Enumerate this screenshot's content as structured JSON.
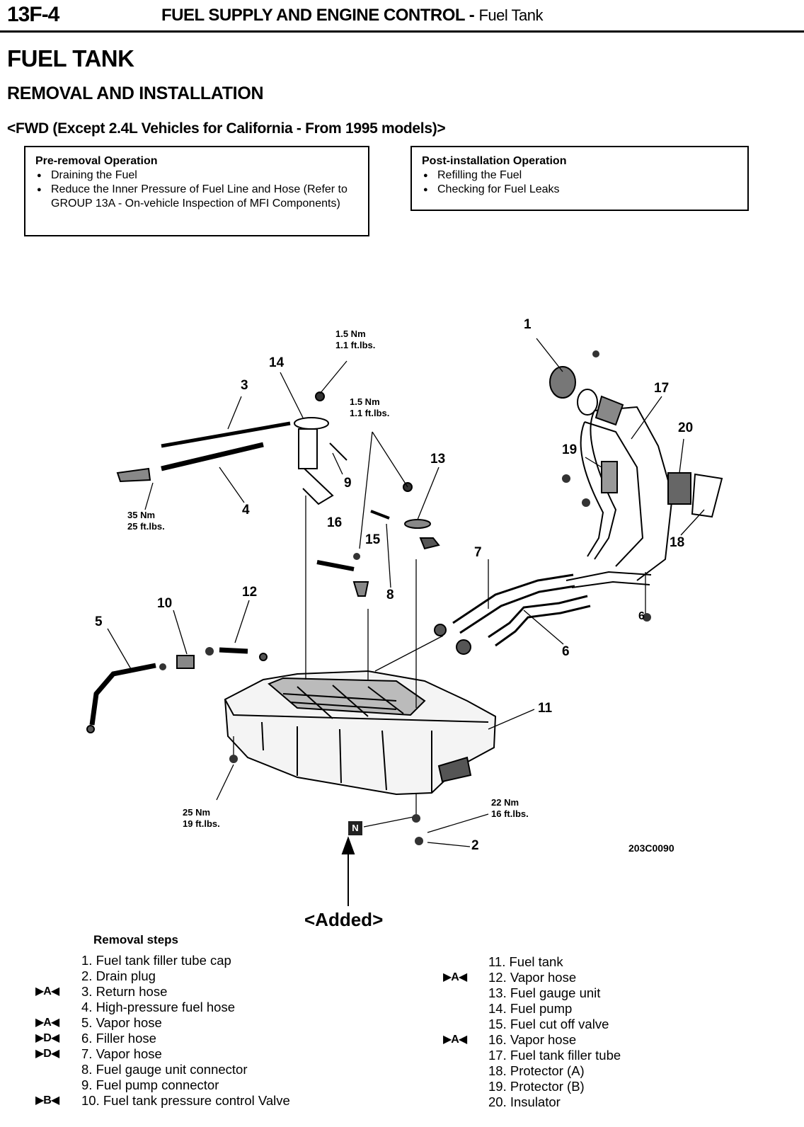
{
  "header": {
    "section_code": "13F-4",
    "section_title": "FUEL SUPPLY AND ENGINE CONTROL -",
    "section_subtitle": "Fuel Tank"
  },
  "page_title": "FUEL TANK",
  "subtitle": "REMOVAL AND INSTALLATION",
  "applicability": "<FWD (Except 2.4L Vehicles for California - From 1995 models)>",
  "pre_removal": {
    "title": "Pre-removal Operation",
    "items": [
      "Draining the Fuel",
      "Reduce the Inner Pressure of Fuel Line and Hose (Refer to GROUP 13A - On-vehicle Inspection of MFI Components)"
    ]
  },
  "post_installation": {
    "title": "Post-installation Operation",
    "items": [
      "Refilling the Fuel",
      "Checking for Fuel Leaks"
    ]
  },
  "diagram": {
    "callouts": [
      "1",
      "2",
      "3",
      "4",
      "5",
      "6",
      "7",
      "8",
      "9",
      "10",
      "11",
      "12",
      "13",
      "14",
      "15",
      "16",
      "17",
      "18",
      "19",
      "20",
      "6"
    ],
    "torques": {
      "t1": {
        "a": "1.5 Nm",
        "b": "1.1 ft.lbs."
      },
      "t2": {
        "a": "1.5 Nm",
        "b": "1.1 ft.lbs."
      },
      "t3": {
        "a": "35 Nm",
        "b": "25 ft.lbs."
      },
      "t4": {
        "a": "25 Nm",
        "b": "19 ft.lbs."
      },
      "t5": {
        "a": "22 Nm",
        "b": "16 ft.lbs."
      }
    },
    "n_marker": "N",
    "added_label": "<Added>",
    "figure_id": "203C0090"
  },
  "removal_steps": {
    "title": "Removal steps",
    "left": [
      {
        "mark": "",
        "text": "1. Fuel tank filler tube cap"
      },
      {
        "mark": "",
        "text": "2. Drain plug"
      },
      {
        "mark": "▶A◀",
        "text": "3. Return hose"
      },
      {
        "mark": "",
        "text": "4. High-pressure fuel hose"
      },
      {
        "mark": "▶A◀",
        "text": "5. Vapor hose"
      },
      {
        "mark": "▶D◀",
        "text": "6. Filler hose"
      },
      {
        "mark": "▶D◀",
        "text": "7. Vapor hose"
      },
      {
        "mark": "",
        "text": "8. Fuel gauge unit connector"
      },
      {
        "mark": "",
        "text": "9. Fuel pump connector"
      },
      {
        "mark": "▶B◀",
        "text": "10. Fuel tank pressure control Valve"
      }
    ],
    "right": [
      {
        "mark": "",
        "text": "11. Fuel tank"
      },
      {
        "mark": "▶A◀",
        "text": "12. Vapor hose"
      },
      {
        "mark": "",
        "text": "13. Fuel gauge unit"
      },
      {
        "mark": "",
        "text": "14. Fuel pump"
      },
      {
        "mark": "",
        "text": "15. Fuel cut off valve"
      },
      {
        "mark": "▶A◀",
        "text": "16. Vapor hose"
      },
      {
        "mark": "",
        "text": "17. Fuel tank filler tube"
      },
      {
        "mark": "",
        "text": "18. Protector (A)"
      },
      {
        "mark": "",
        "text": "19. Protector (B)"
      },
      {
        "mark": "",
        "text": "20. Insulator"
      }
    ]
  }
}
